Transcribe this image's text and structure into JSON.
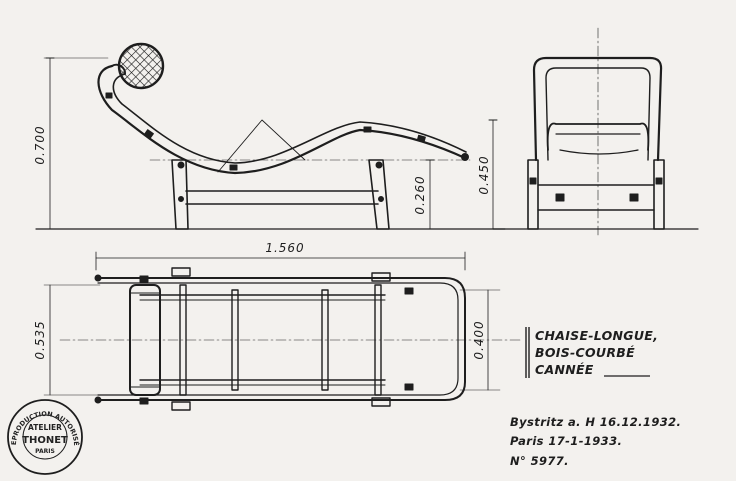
{
  "dimensions": {
    "side_height": "0.700",
    "seat_height": "0.260",
    "front_height": "0.450",
    "overall_length": "1.560",
    "plan_width_outer": "0.535",
    "plan_width_inner": "0.400"
  },
  "title_block": {
    "line1": "CHAISE-LONGUE,",
    "line2": "BOIS-COURBÉ",
    "line3": "CANNÉE"
  },
  "notes": {
    "line1": "Bystritz a. H 16.12.1932.",
    "line2": "Paris 17-1-1933.",
    "line3": "N° 5977."
  },
  "stamp": {
    "ring_text": "REPRODUCTION AUTORISÉE",
    "line1": "ATELIER",
    "line2": "THONET",
    "line3": "PARIS"
  },
  "colors": {
    "paper": "#f3f1ee",
    "ink": "#1e1e1e"
  }
}
